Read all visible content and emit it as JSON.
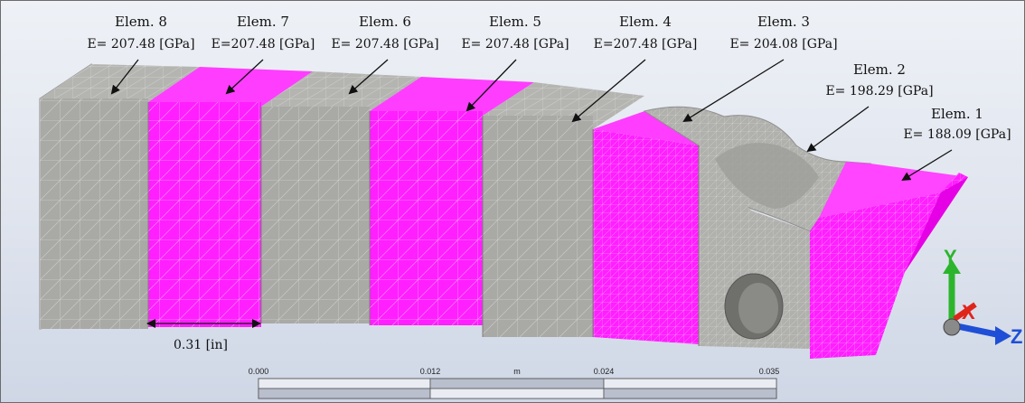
{
  "elements": [
    {
      "name": "Elem. 8",
      "modulus": "E= 207.48 [GPa]",
      "color": "gray"
    },
    {
      "name": "Elem. 7",
      "modulus": "E=207.48  [GPa]",
      "color": "magenta"
    },
    {
      "name": "Elem. 6",
      "modulus": "E= 207.48 [GPa]",
      "color": "gray"
    },
    {
      "name": "Elem. 5",
      "modulus": "E= 207.48 [GPa]",
      "color": "magenta"
    },
    {
      "name": "Elem. 4",
      "modulus": "E=207.48 [GPa]",
      "color": "gray"
    },
    {
      "name": "Elem. 3",
      "modulus": "E= 204.08 [GPa]",
      "color": "magenta"
    },
    {
      "name": "Elem. 2",
      "modulus": "E= 198.29 [GPa]",
      "color": "gray"
    },
    {
      "name": "Elem. 1",
      "modulus": "E= 188.09 [GPa]",
      "color": "magenta"
    }
  ],
  "dimension": {
    "label": "0.31 [in]"
  },
  "scale_bar": {
    "ticks": [
      "0.000",
      "0.012",
      "0.024",
      "0.035"
    ],
    "unit": "m"
  },
  "triad": {
    "x": "X",
    "y": "Y",
    "z": "Z"
  },
  "colors": {
    "magenta": "#ff1fff",
    "gray": "#a9a9a6",
    "mesh_gray": "#cfcfcc",
    "mesh_magenta": "#ffb0ff",
    "background": "#e3e8f0",
    "axis_x": "#e0251b",
    "axis_y": "#2cb52c",
    "axis_z": "#1f4fd6"
  }
}
